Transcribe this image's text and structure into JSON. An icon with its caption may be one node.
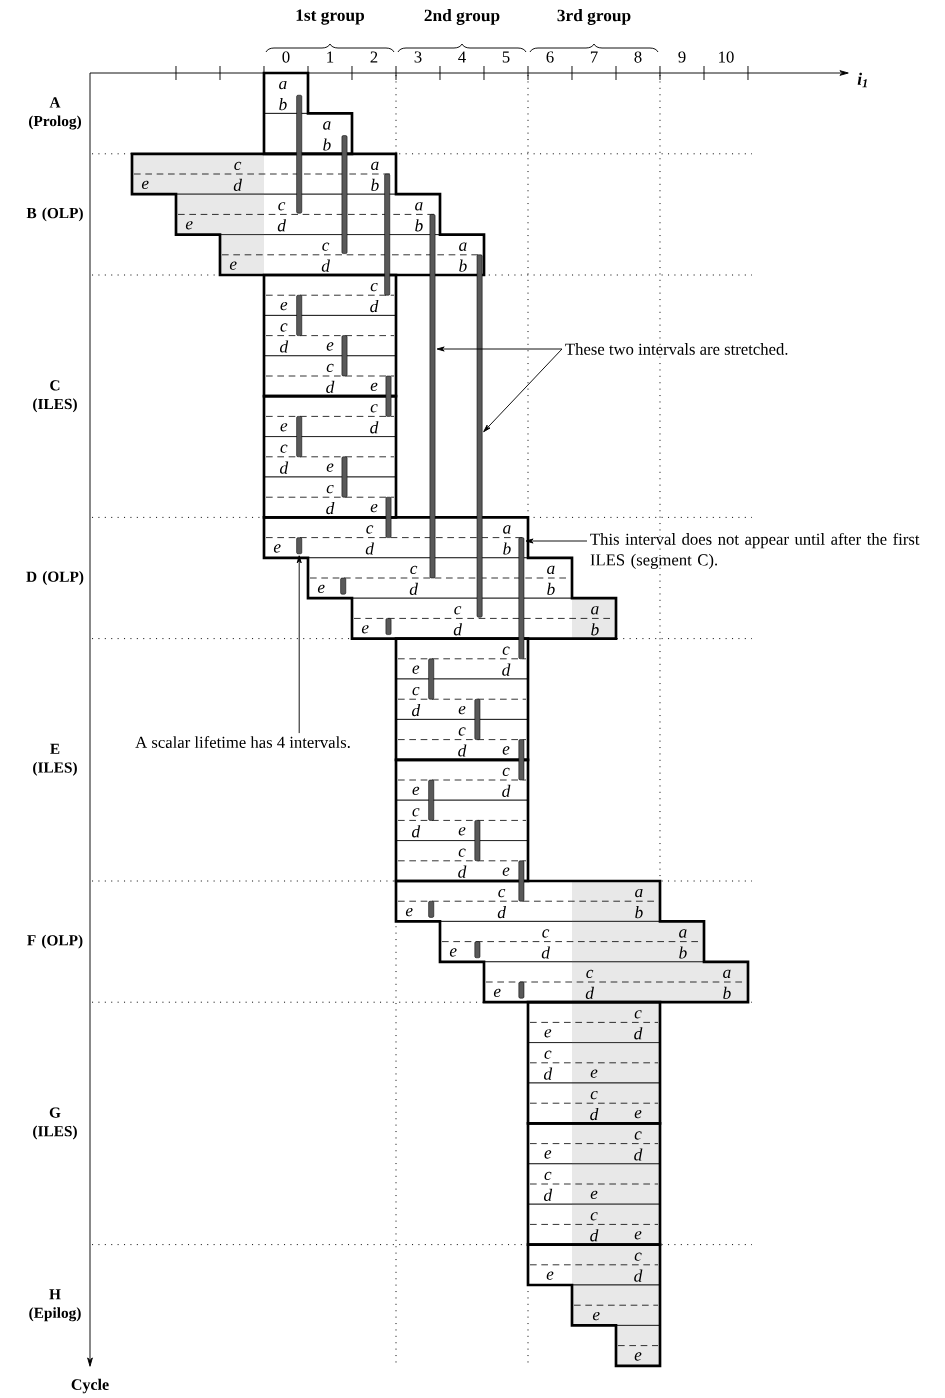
{
  "diagram": {
    "nodes": [
      {
        "text": [
          "These two intervals are stretched."
        ]
      },
      {
        "text": [],
        "shape": "bar"
      },
      {
        "text": [],
        "shape": "bar"
      },
      {
        "text": [
          "This interval does not appear until after the first ILES (segment C)."
        ]
      },
      {
        "text": [],
        "shape": "bar"
      },
      {
        "text": [
          "A scalar lifetime has 4 intervals."
        ]
      },
      {
        "text": [],
        "shape": "bar"
      }
    ],
    "edges": [
      {
        "from": 0,
        "to": 1,
        "arrow": "to"
      },
      {
        "from": 0,
        "to": 2,
        "arrow": "to"
      },
      {
        "from": 3,
        "to": 4,
        "arrow": "to"
      },
      {
        "from": 5,
        "to": 6,
        "arrow": "to"
      }
    ],
    "labels": [
      "1st group",
      "2nd group",
      "3rd group",
      "0",
      "1",
      "2",
      "3",
      "4",
      "5",
      "6",
      "7",
      "8",
      "9",
      "10",
      "i$_{1}$",
      "A (Prolog)",
      "B (OLP)",
      "C (ILES)",
      "D (OLP)",
      "E (ILES)",
      "F (OLP)",
      "G (ILES)",
      "H (Epilog)",
      "Cycle",
      "a",
      "b",
      "a",
      "b",
      "c",
      "a",
      "e",
      "d",
      "b",
      "c",
      "a",
      "e",
      "d",
      "b",
      "c",
      "a",
      "e",
      "d",
      "b",
      "c",
      "e",
      "d",
      "c",
      "d",
      "e",
      "c",
      "d",
      "e",
      "c",
      "e",
      "d",
      "c",
      "d",
      "e",
      "c",
      "d",
      "e",
      "c",
      "a",
      "e",
      "d",
      "b",
      "c",
      "a",
      "e",
      "d",
      "b",
      "c",
      "a",
      "e",
      "d",
      "b",
      "c",
      "e",
      "d",
      "c",
      "d",
      "e",
      "c",
      "d",
      "e",
      "c",
      "e",
      "d",
      "c",
      "d",
      "e",
      "c",
      "d",
      "e",
      "c",
      "a",
      "e",
      "d",
      "b",
      "c",
      "a",
      "e",
      "d",
      "b",
      "c",
      "a",
      "e",
      "d",
      "b",
      "c",
      "e",
      "d",
      "c",
      "d",
      "e",
      "c",
      "d",
      "e",
      "c",
      "e",
      "d",
      "c",
      "d",
      "e",
      "c",
      "d",
      "e",
      "c",
      "e",
      "d",
      "e",
      "e"
    ]
  }
}
